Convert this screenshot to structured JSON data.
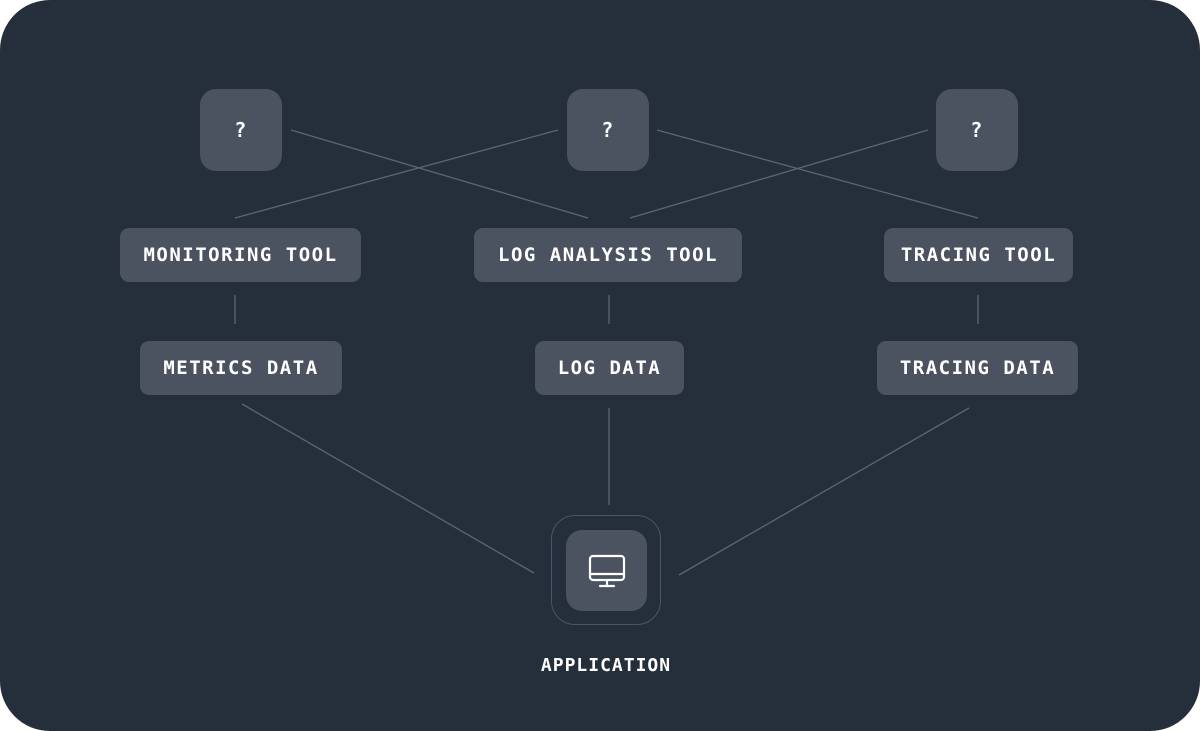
{
  "diagram": {
    "unknowns": [
      {
        "label": "?"
      },
      {
        "label": "?"
      },
      {
        "label": "?"
      }
    ],
    "tools": [
      {
        "label": "MONITORING TOOL"
      },
      {
        "label": "LOG ANALYSIS TOOL"
      },
      {
        "label": "TRACING TOOL"
      }
    ],
    "data_sources": [
      {
        "label": "METRICS DATA"
      },
      {
        "label": "LOG DATA"
      },
      {
        "label": "TRACING DATA"
      }
    ],
    "application": {
      "label": "APPLICATION",
      "icon": "monitor-icon"
    }
  },
  "colors": {
    "background": "#252e3b",
    "node": "#4b5260",
    "connector": "#5c6673",
    "text": "#ffffff"
  }
}
